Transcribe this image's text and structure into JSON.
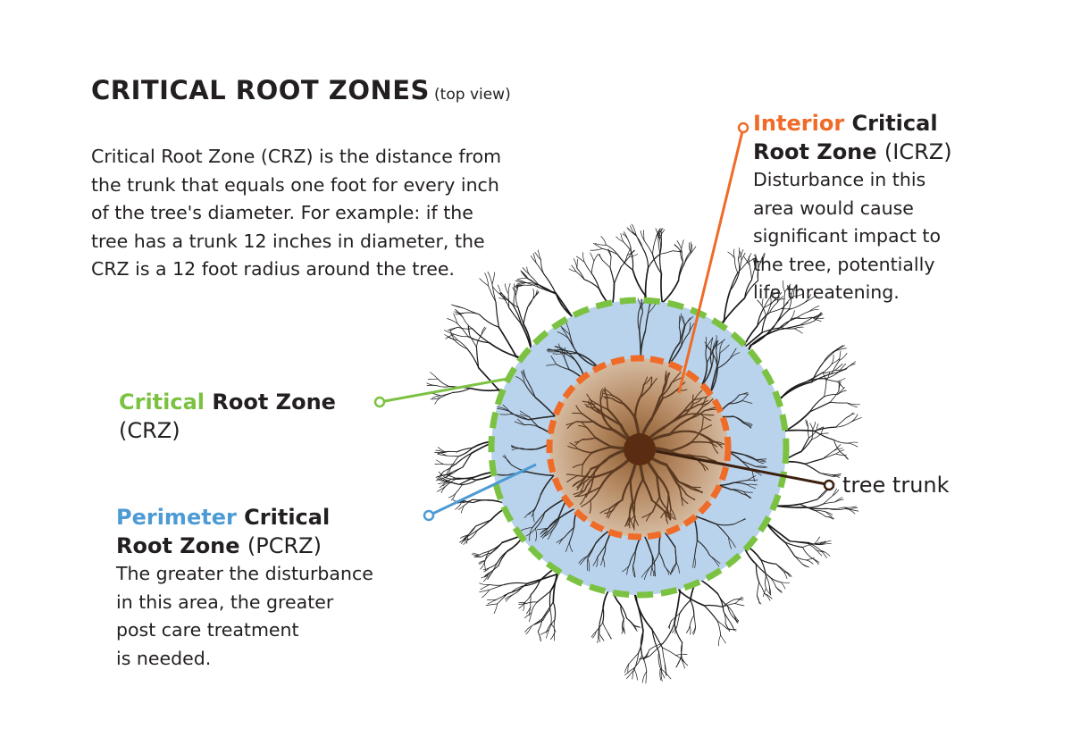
{
  "title": {
    "main": "CRITICAL ROOT ZONES",
    "sub": "(top view)"
  },
  "intro": {
    "lines": [
      "Critical Root Zone (CRZ) is the distance from",
      "the trunk that equals one foot for every inch",
      "of the tree's diameter. For example: if the",
      "tree has a trunk 12 inches in diameter, the",
      "CRZ is a 12 foot radius around the tree."
    ]
  },
  "icrz": {
    "head_colored": "Interior",
    "head_rest": "Critical",
    "head_line2": "Root Zone",
    "head_paren": "(ICRZ)",
    "body": [
      "Disturbance in this",
      "area would cause",
      "significant impact to",
      "the tree, potentially",
      "life threatening."
    ]
  },
  "crz": {
    "head_colored": "Critical",
    "head_rest": "Root Zone",
    "head_paren": "(CRZ)"
  },
  "pcrz": {
    "head_colored": "Perimeter",
    "head_rest": "Critical",
    "head_line2": "Root Zone",
    "head_paren": "(PCRZ)",
    "body": [
      "The greater the disturbance",
      "in this area, the greater",
      "post care treatment",
      "is needed."
    ]
  },
  "trunk": {
    "label": "tree trunk"
  },
  "colors": {
    "interior": "#ef6b28",
    "critical": "#7cc242",
    "perimeter": "#4d9bd5",
    "perimeter_fill": "#b9d3ec",
    "interior_fill": "#c7a88c",
    "trunk": "#5a2d12",
    "text": "#231f20"
  }
}
